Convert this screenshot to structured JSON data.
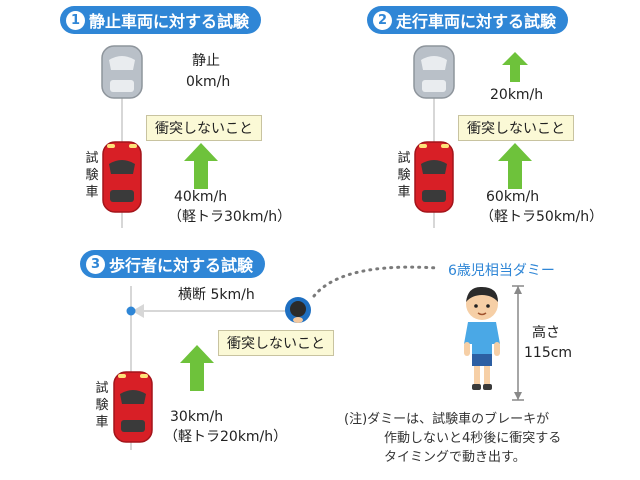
{
  "panel1": {
    "num": "1",
    "title": "静止車両に対する試験",
    "dummy_label": "静止",
    "dummy_speed": "0km/h",
    "warning": "衝突しないこと",
    "test_vehicle_label": "試験車",
    "speed": "40km/h",
    "speed_sub": "（軽トラ30km/h）"
  },
  "panel2": {
    "num": "2",
    "title": "走行車両に対する試験",
    "front_speed": "20km/h",
    "warning": "衝突しないこと",
    "test_vehicle_label": "試験車",
    "speed": "60km/h",
    "speed_sub": "（軽トラ50km/h）"
  },
  "panel3": {
    "num": "3",
    "title": "歩行者に対する試験",
    "crossing": "横断 5km/h",
    "warning": "衝突しないこと",
    "test_vehicle_label": "試験車",
    "speed": "30km/h",
    "speed_sub": "（軽トラ20km/h）",
    "dummy_title": "6歳児相当ダミー",
    "height_label": "高さ",
    "height_value": "115cm",
    "note_line1": "(注)ダミーは、試験車のブレーキが",
    "note_line2": "作動しないと4秒後に衝突する",
    "note_line3": "タイミングで動き出す。"
  },
  "colors": {
    "title_bg": "#2f86d6",
    "arrow": "#6ec23b",
    "car_red": "#d81f26",
    "dummy_car": "#b9c0c8",
    "warning_bg": "#fbf9d6"
  }
}
